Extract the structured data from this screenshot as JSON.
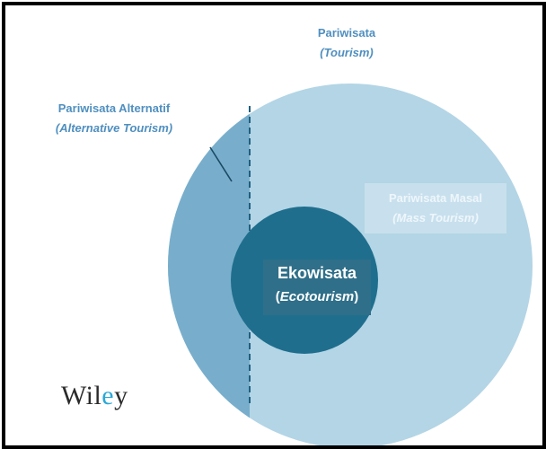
{
  "tourism": {
    "name": "Pariwisata",
    "name_en": "Tourism"
  },
  "alternative": {
    "name": "Pariwisata Alternatif",
    "name_en": "Alternative Tourism"
  },
  "mass": {
    "name": "Pariwisata Masal",
    "name_en": "Mass Tourism"
  },
  "eco": {
    "name": "Ekowisata",
    "name_en": "Ecotourism"
  },
  "logo": {
    "text": "Wiley"
  },
  "colors": {
    "outer_circle": "#b3d5e6",
    "alternative_segment": "#78aecb",
    "eco_circle": "#1f6e8d",
    "label_text": "#4f8fbf",
    "logo_accent": "#2aa8d8"
  }
}
